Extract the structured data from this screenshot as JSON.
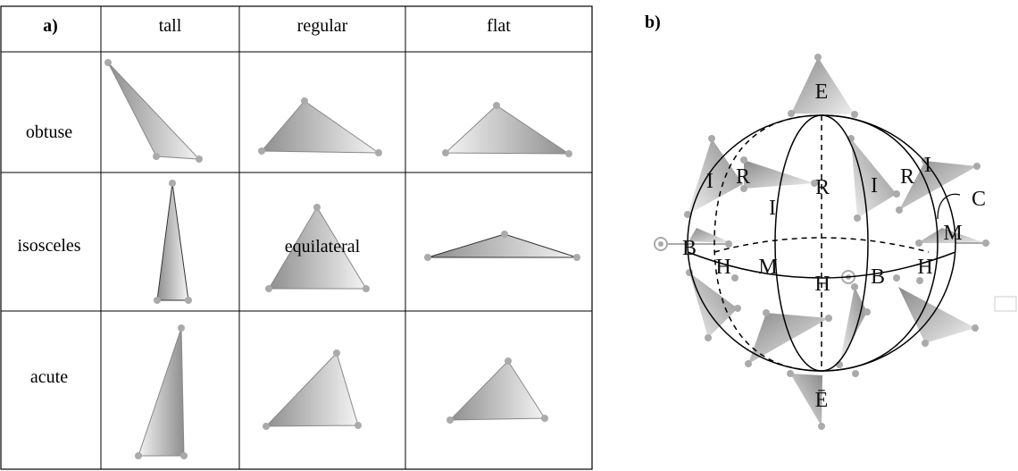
{
  "table": {
    "corner_label": "a)",
    "columns": [
      "tall",
      "regular",
      "flat"
    ],
    "rows": [
      "obtuse",
      "isosceles",
      "acute"
    ],
    "center_cell_text": "equilateral"
  },
  "sphere": {
    "panel_label": "b)",
    "labels": {
      "E": "E",
      "E_bar": "Ē",
      "I_left": "I",
      "R_left": "R",
      "R_center": "R",
      "I_center": "I",
      "I_right": "I",
      "R_right": "R",
      "I_top_right": "I",
      "C": "C",
      "B_left": "B",
      "H_left": "H",
      "M_center": "M",
      "H_center": "H",
      "B_center": "B",
      "H_right": "H",
      "M_right": "M"
    }
  }
}
